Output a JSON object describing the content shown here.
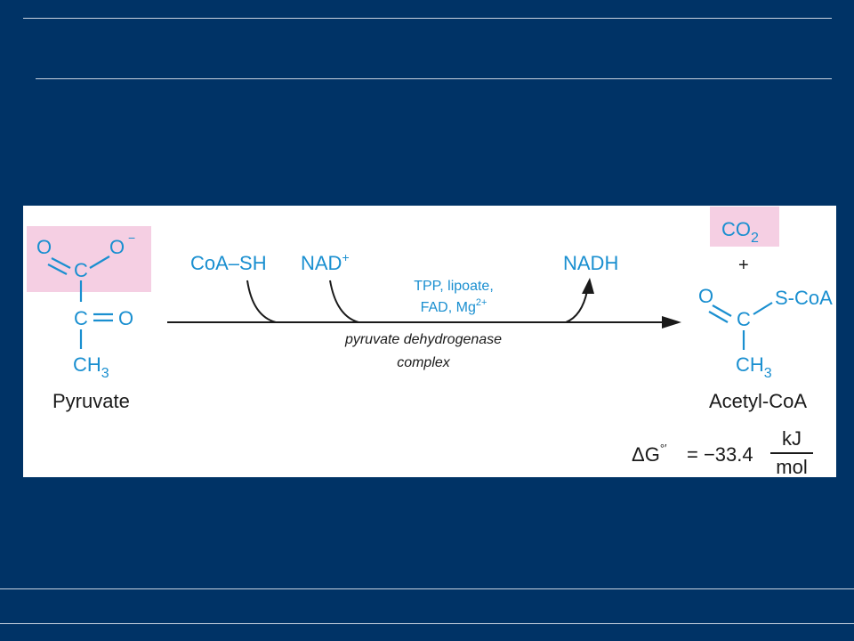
{
  "pyruvate": {
    "o_left": "O",
    "o_right": "O",
    "o_charge": "−",
    "carboxyl_c": "C",
    "keto_c": "C",
    "keto_o": "O",
    "ch": "CH",
    "ch_sub": "3",
    "name": "Pyruvate"
  },
  "reagents": {
    "coa_sh": "CoA–SH",
    "nad": "NAD",
    "nad_charge": "+",
    "nadh": "NADH"
  },
  "cofactors": {
    "line1": "TPP, lipoate,",
    "line2": "FAD, Mg",
    "line2_sup": "2+"
  },
  "enzyme": {
    "line1": "pyruvate dehydrogenase",
    "line2": "complex"
  },
  "products": {
    "co": "CO",
    "co_sub": "2",
    "plus": "+",
    "o": "O",
    "c": "C",
    "scoa": "S-CoA",
    "ch": "CH",
    "ch_sub": "3",
    "name": "Acetyl-CoA"
  },
  "energy": {
    "delta_g": "ΔG",
    "degree": "°′",
    "equals_value": "= −33.4",
    "unit_num": "kJ",
    "unit_den": "mol"
  },
  "colors": {
    "background": "#003366",
    "panel": "#ffffff",
    "highlight": "#f5cfe3",
    "chem_blue": "#1a8fd0",
    "black": "#1a1a1a"
  }
}
